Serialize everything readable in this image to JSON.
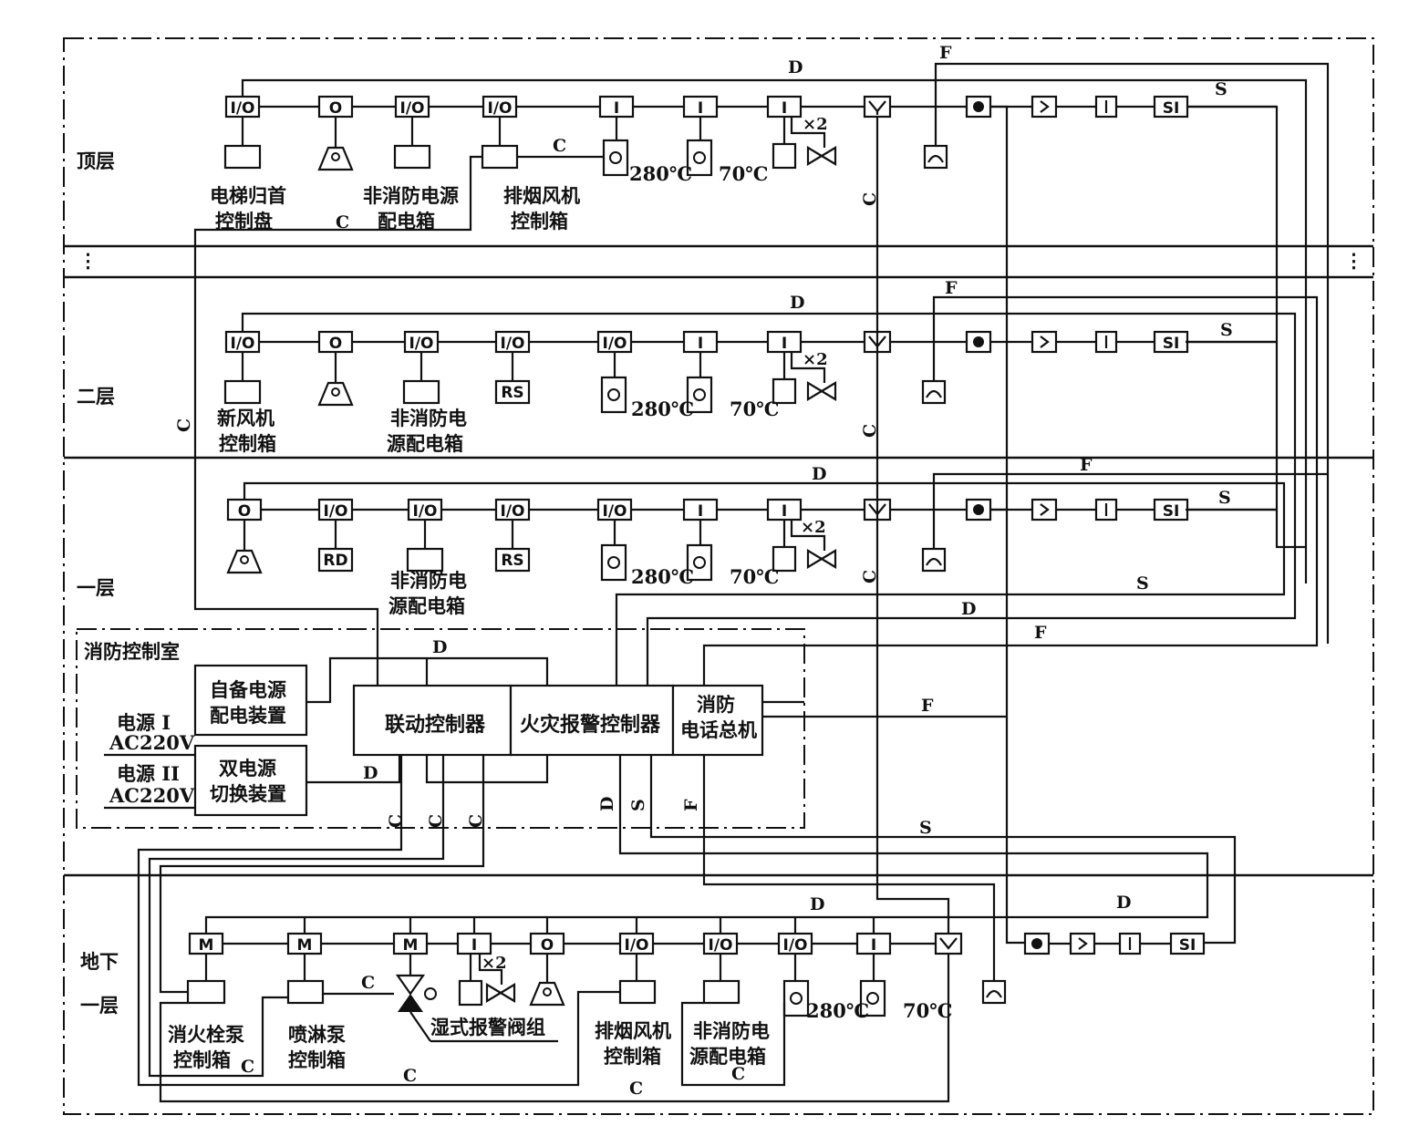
{
  "floors": {
    "top": "顶层",
    "second": "二层",
    "first": "一层",
    "basement": "地下\n一层"
  },
  "control_room": {
    "title": "消防控制室",
    "backup_power": "自备电源\n配电装置",
    "dual_power": "双电源\n切换装置",
    "power1": "电源 I\nAC220V",
    "power2": "电源 II\nAC220V",
    "linkage_controller": "联动控制器",
    "fire_alarm_controller": "火灾报警控制器",
    "phone_host": "消防\n电话总机"
  },
  "top_floor": {
    "modules": [
      "I/O",
      "O",
      "I/O",
      "I/O",
      "I",
      "I",
      "I",
      "SI"
    ],
    "labels": {
      "elevator": "电梯归首\n控制盘",
      "non_fire_power": "非消防电源\n配电箱",
      "smoke_fan": "排烟风机\n控制箱",
      "temp280": "280℃",
      "temp70": "70℃",
      "x2": "×2"
    }
  },
  "second_floor": {
    "modules": [
      "I/O",
      "O",
      "I/O",
      "I/O",
      "I/O",
      "I",
      "I",
      "SI"
    ],
    "device_labels": [
      "RS"
    ],
    "labels": {
      "fresh_air": "新风机\n控制箱",
      "non_fire_power": "非消防电\n源配电箱",
      "temp280": "280℃",
      "temp70": "70℃",
      "x2": "×2"
    }
  },
  "first_floor": {
    "modules": [
      "O",
      "I/O",
      "I/O",
      "I/O",
      "I/O",
      "I",
      "I",
      "SI"
    ],
    "device_labels": [
      "RD",
      "RS"
    ],
    "labels": {
      "non_fire_power": "非消防电\n源配电箱",
      "temp280": "280℃",
      "temp70": "70℃",
      "x2": "×2"
    }
  },
  "basement": {
    "modules": [
      "M",
      "M",
      "M",
      "I",
      "O",
      "I/O",
      "I/O",
      "I/O",
      "I",
      "SI"
    ],
    "labels": {
      "hydrant_pump": "消火栓泵\n控制箱",
      "sprinkler_pump": "喷淋泵\n控制箱",
      "wet_alarm_valve": "湿式报警阀组",
      "smoke_fan": "排烟风机\n控制箱",
      "non_fire_power": "非消防电\n源配电箱",
      "temp280": "280℃",
      "temp70": "70℃",
      "x2": "×2"
    }
  },
  "bus_letters": {
    "D": "D",
    "F": "F",
    "S": "S",
    "C": "C"
  },
  "ellipsis": "⋮",
  "colors": {
    "line": "#111111",
    "background": "#ffffff"
  }
}
